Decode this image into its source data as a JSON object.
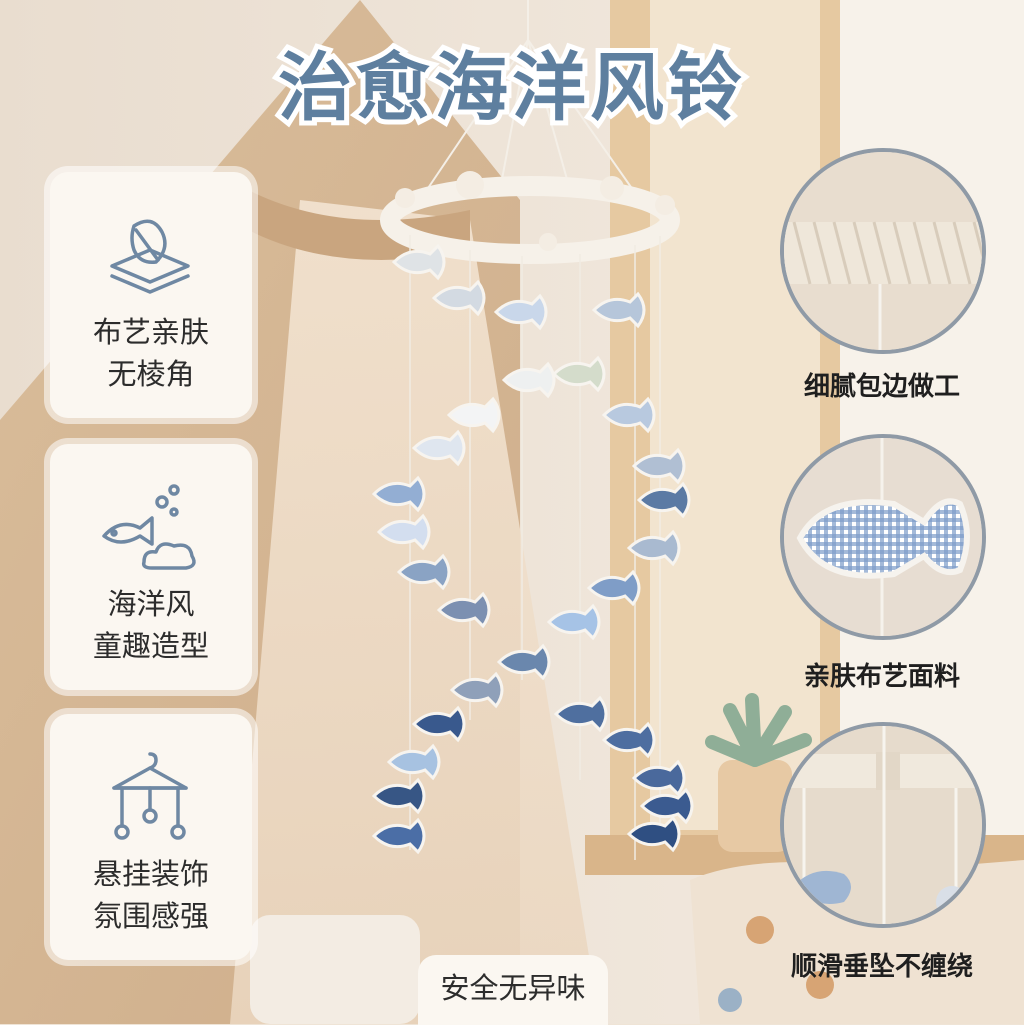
{
  "title": "治愈海洋风铃",
  "features": [
    {
      "icon": "feather-fabric-icon",
      "line1": "布艺亲肤",
      "line2": "无棱角"
    },
    {
      "icon": "fish-bubbles-icon",
      "line1": "海洋风",
      "line2": "童趣造型"
    },
    {
      "icon": "hanging-mobile-icon",
      "line1": "悬挂装饰",
      "line2": "氛围感强"
    }
  ],
  "details": [
    {
      "caption": "细腻包边做工"
    },
    {
      "caption": "亲肤布艺面料"
    },
    {
      "caption": "顺滑垂坠不缠绕"
    }
  ],
  "bottom_badge": "安全无异味",
  "colors": {
    "title": "#5e7f9f",
    "icon_stroke": "#6f88a3",
    "card_bg": "#fbf7f1"
  }
}
